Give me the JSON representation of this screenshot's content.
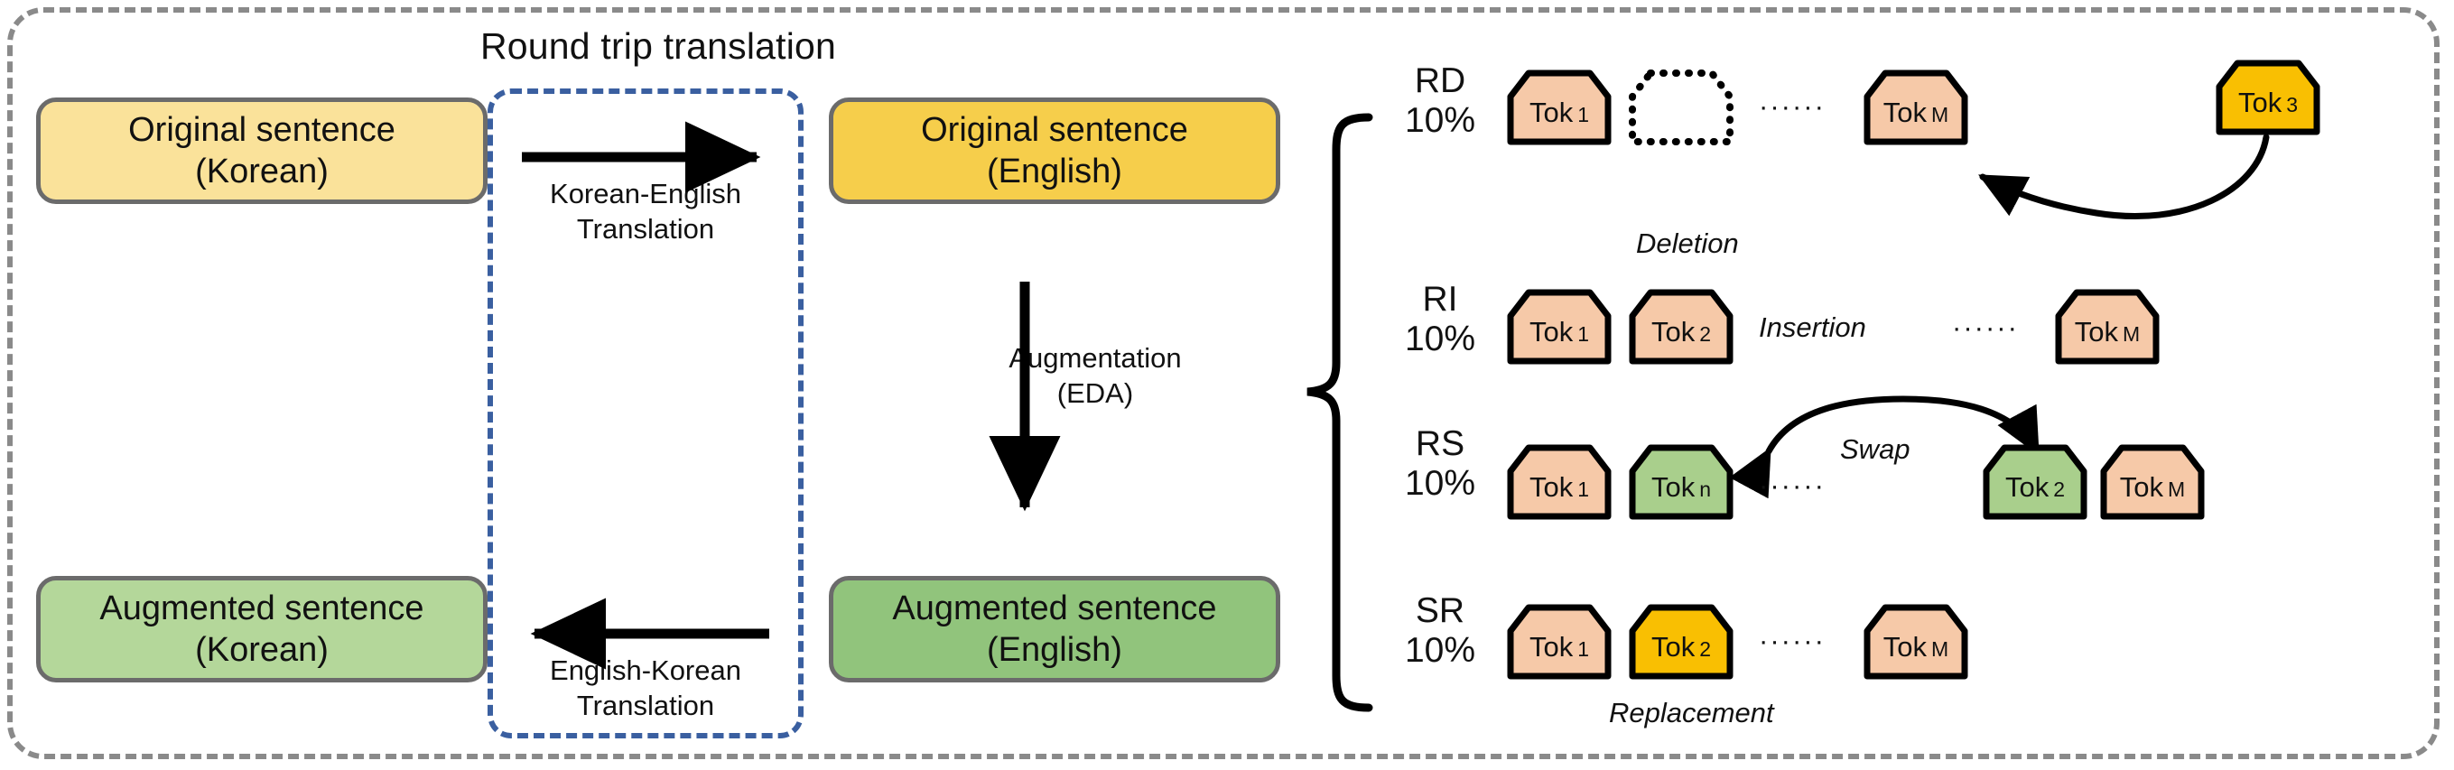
{
  "title": "Round trip translation",
  "colors": {
    "outer_frame": "#8a8a8a",
    "blue_frame": "#3a5fa0",
    "orig_korean_box": "#FAE29A",
    "orig_english_box": "#F6CE4B",
    "aug_korean_box": "#B4D79A",
    "aug_english_box": "#91C47C",
    "token_default": "#F6C9A8",
    "token_highlight_yellow": "#F9BF02",
    "token_highlight_green": "#A9CF8C",
    "stroke": "#000000"
  },
  "boxes": {
    "orig_korean": {
      "line1": "Original sentence",
      "line2": "(Korean)"
    },
    "orig_english": {
      "line1": "Original sentence",
      "line2": "(English)"
    },
    "aug_korean": {
      "line1": "Augmented sentence",
      "line2": "(Korean)"
    },
    "aug_english": {
      "line1": "Augmented sentence",
      "line2": "(English)"
    }
  },
  "arrows": {
    "korean_english": {
      "line1": "Korean-English",
      "line2": "Translation"
    },
    "english_korean": {
      "line1": "English-Korean",
      "line2": "Translation"
    },
    "augmentation": {
      "line1": "Augmentation",
      "line2": "(EDA)"
    }
  },
  "eda_rows": [
    {
      "id": "rd",
      "tag": "RD",
      "rate": "10%",
      "operation": "Deletion",
      "dots": "······",
      "tokens": [
        {
          "label": "Tok",
          "sub": "1",
          "style": "default"
        },
        {
          "label": "",
          "sub": "",
          "style": "deleted"
        },
        {
          "label": "Tok",
          "sub": "M",
          "style": "default"
        },
        {
          "label": "Tok",
          "sub": "3",
          "style": "yellow"
        }
      ]
    },
    {
      "id": "ri",
      "tag": "RI",
      "rate": "10%",
      "operation": "Insertion",
      "dots": "······",
      "tokens": [
        {
          "label": "Tok",
          "sub": "1",
          "style": "default"
        },
        {
          "label": "Tok",
          "sub": "2",
          "style": "default"
        },
        {
          "label": "Tok",
          "sub": "M",
          "style": "default"
        }
      ]
    },
    {
      "id": "rs",
      "tag": "RS",
      "rate": "10%",
      "operation": "Swap",
      "dots": "······",
      "tokens": [
        {
          "label": "Tok",
          "sub": "1",
          "style": "default"
        },
        {
          "label": "Tok",
          "sub": "n",
          "style": "green"
        },
        {
          "label": "Tok",
          "sub": "2",
          "style": "green"
        },
        {
          "label": "Tok",
          "sub": "M",
          "style": "default"
        }
      ]
    },
    {
      "id": "sr",
      "tag": "SR",
      "rate": "10%",
      "operation": "Replacement",
      "dots": "······",
      "tokens": [
        {
          "label": "Tok",
          "sub": "1",
          "style": "default"
        },
        {
          "label": "Tok",
          "sub": "2",
          "style": "yellow"
        },
        {
          "label": "Tok",
          "sub": "M",
          "style": "default"
        }
      ]
    }
  ]
}
